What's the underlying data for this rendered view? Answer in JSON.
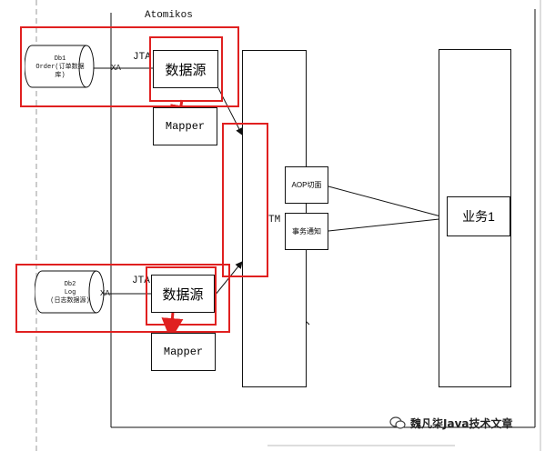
{
  "container": {
    "title": "Atomikos"
  },
  "db1": {
    "line1": "Db1",
    "line2": "Order(订单数据",
    "line3": "库)"
  },
  "db2": {
    "line1": "Db2",
    "line2": "Log",
    "line3": "(日志数据源)"
  },
  "top": {
    "jta": "JTA",
    "xa": "XA",
    "datasource": "数据源",
    "mapper": "Mapper"
  },
  "bottom": {
    "jta": "JTA",
    "xa": "XA",
    "datasource": "数据源",
    "mapper": "Mapper"
  },
  "tm": {
    "label": "TM"
  },
  "aop": {
    "label": "AOP切面"
  },
  "notify": {
    "label": "事务通知"
  },
  "business": {
    "label": "业务1"
  },
  "watermark": {
    "text": "魏凡柒Java技术文章"
  }
}
